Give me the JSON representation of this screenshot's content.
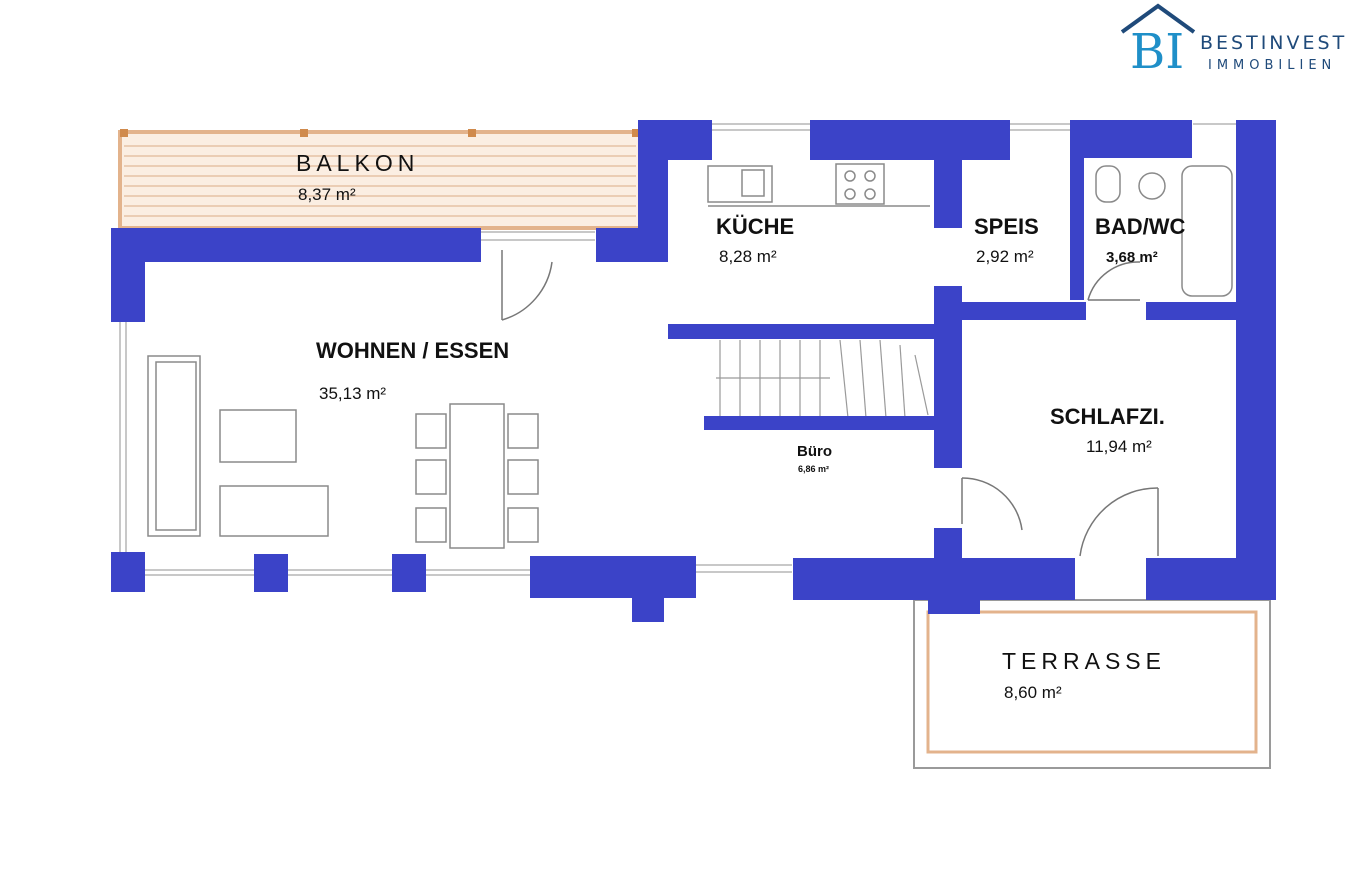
{
  "logo": {
    "line1": "BESTINVEST",
    "line2": "IMMOBILIEN",
    "monogram": "BI"
  },
  "rooms": {
    "balkon": {
      "name": "BALKON",
      "area": "8,37 m²"
    },
    "kueche": {
      "name": "KÜCHE",
      "area": "8,28 m²"
    },
    "speis": {
      "name": "SPEIS",
      "area": "2,92 m²"
    },
    "bad": {
      "name": "BAD/WC",
      "area": "3,68 m²"
    },
    "wohnen": {
      "name": "WOHNEN / ESSEN",
      "area": "35,13 m²"
    },
    "buero": {
      "name": "Büro",
      "area": "6,86 m²"
    },
    "schlafzi": {
      "name": "SCHLAFZI.",
      "area": "11,94 m²"
    },
    "terrasse": {
      "name": "TERRASSE",
      "area": "8,60 m²"
    }
  },
  "colors": {
    "wall": "#3b43c8",
    "deck": "#e8b890",
    "line": "#9a9a9a",
    "logo": "#1f4a7a"
  }
}
